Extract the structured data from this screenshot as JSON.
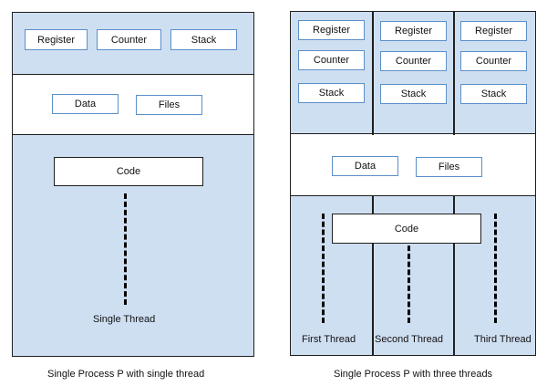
{
  "left": {
    "registers": [
      "Register",
      "Counter",
      "Stack"
    ],
    "data_label": "Data",
    "files_label": "Files",
    "code_label": "Code",
    "thread_label": "Single Thread",
    "caption": "Single Process P with single thread"
  },
  "right": {
    "columns": [
      {
        "register": "Register",
        "counter": "Counter",
        "stack": "Stack",
        "thread": "First Thread"
      },
      {
        "register": "Register",
        "counter": "Counter",
        "stack": "Stack",
        "thread": "Second Thread"
      },
      {
        "register": "Register",
        "counter": "Counter",
        "stack": "Stack",
        "thread": "Third Thread"
      }
    ],
    "data_label": "Data",
    "files_label": "Files",
    "code_label": "Code",
    "caption": "Single Process P with three threads"
  },
  "colors": {
    "band_fill": "#cfdff2",
    "box_border": "#5b8fc9",
    "outline": "#1f1f1f"
  }
}
